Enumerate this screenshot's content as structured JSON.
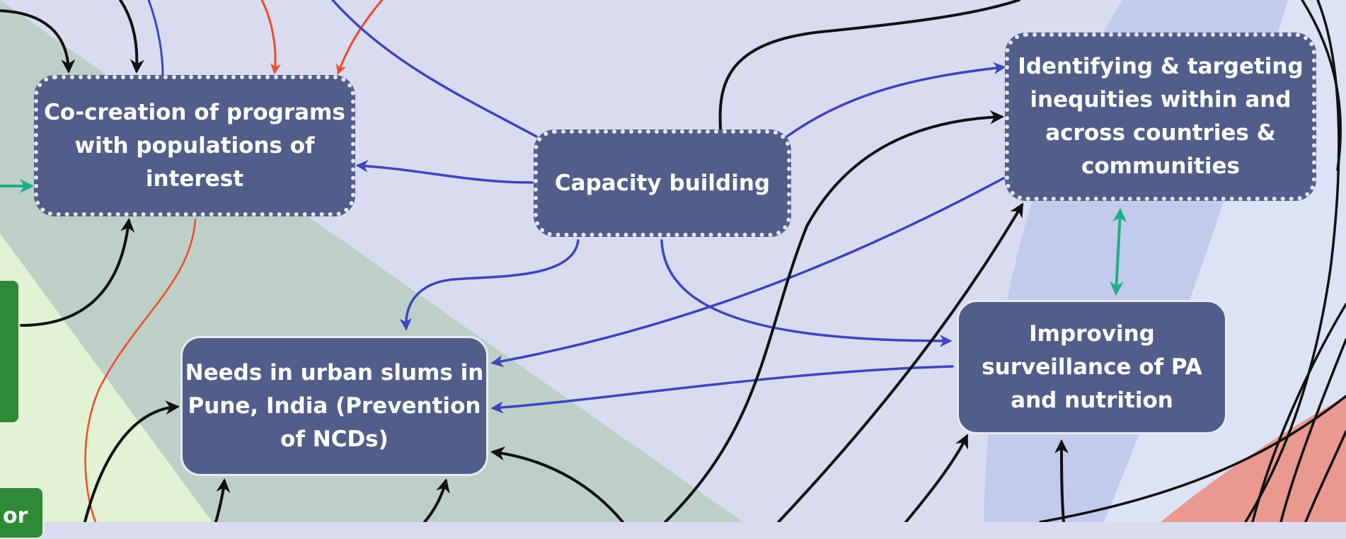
{
  "colors": {
    "canvas": "#d9dcf0",
    "band_green": "#bdcfc7",
    "band_lightgreen": "#e1f3d3",
    "band_blue": "#c3cbec",
    "band_pale": "#e1e7f7",
    "band_red": "#e9998f",
    "node_fill": "#525d8a",
    "edge_blue": "#3d45bf",
    "edge_black": "#111111",
    "edge_red": "#ef4a2a",
    "edge_teal": "#1eaf86",
    "pill_green": "#2e8a36"
  },
  "nodes": {
    "cocreation": "Co-creation of programs with populations of interest",
    "capacity": "Capacity building",
    "identifying": "Identifying & targeting inequities within and across countries & communities",
    "needs": "Needs in urban slums in Pune, India (Prevention of NCDs)",
    "surveillance": "Improving surveillance of PA and nutrition"
  },
  "node_lines": {
    "cocreation": [
      "Co-creation of programs",
      "with populations of",
      "interest"
    ],
    "capacity": [
      "Capacity building"
    ],
    "identifying": [
      "Identifying & targeting",
      "inequities within and",
      "across countries &",
      "communities"
    ],
    "needs": [
      "Needs in urban slums in",
      "Pune, India (Prevention",
      "of NCDs)"
    ],
    "surveillance": [
      "Improving",
      "surveillance of PA",
      "and nutrition"
    ]
  },
  "partial_labels": {
    "bottom_left_pill": "or"
  }
}
